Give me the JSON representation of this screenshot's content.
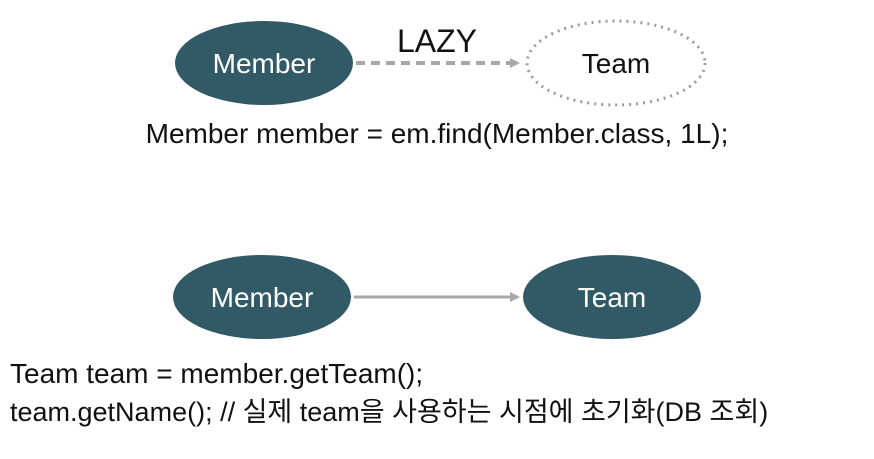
{
  "colors": {
    "entity_fill": "#325a66",
    "entity_text": "#ffffff",
    "proxy_stroke": "#9a9a9a",
    "proxy_text": "#111111",
    "arrow": "#a8a8a8",
    "text": "#111111",
    "background": "#ffffff"
  },
  "top_diagram": {
    "member_label": "Member",
    "team_label": "Team",
    "fetch_label": "LAZY",
    "code_line": "Member member = em.find(Member.class, 1L);"
  },
  "bottom_diagram": {
    "member_label": "Member",
    "team_label": "Team",
    "code_line_1": "Team team = member.getTeam();",
    "code_line_2": "team.getName(); // 실제 team을 사용하는 시점에 초기화(DB 조회)"
  }
}
